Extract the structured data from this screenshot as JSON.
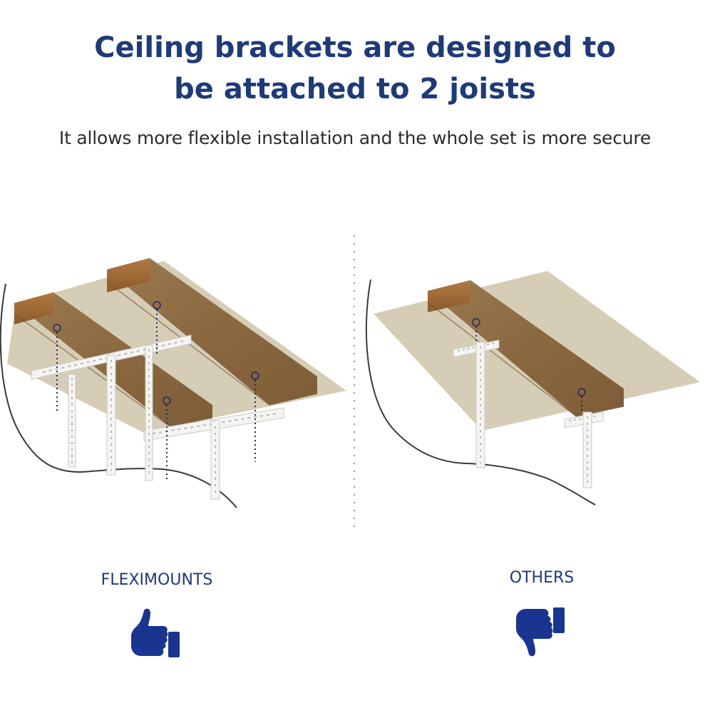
{
  "heading": {
    "line1": "Ceiling brackets are designed to",
    "line2": "be attached to 2 joists"
  },
  "subheading": "It allows more flexible installation and the whole set is more secure",
  "comparison": {
    "left_label": "FLEXIMOUNTS",
    "right_label": "OTHERS",
    "left_icon": "thumbs-up-icon",
    "right_icon": "thumbs-down-icon"
  },
  "colors": {
    "heading": "#1e3a78",
    "subheading": "#2b2b2b",
    "icon": "#1a3590",
    "ceiling": "#d6cdb6",
    "joist": "#8c6b45",
    "bracket": "#f4f4f2",
    "guide_line": "#1e2a6a"
  }
}
